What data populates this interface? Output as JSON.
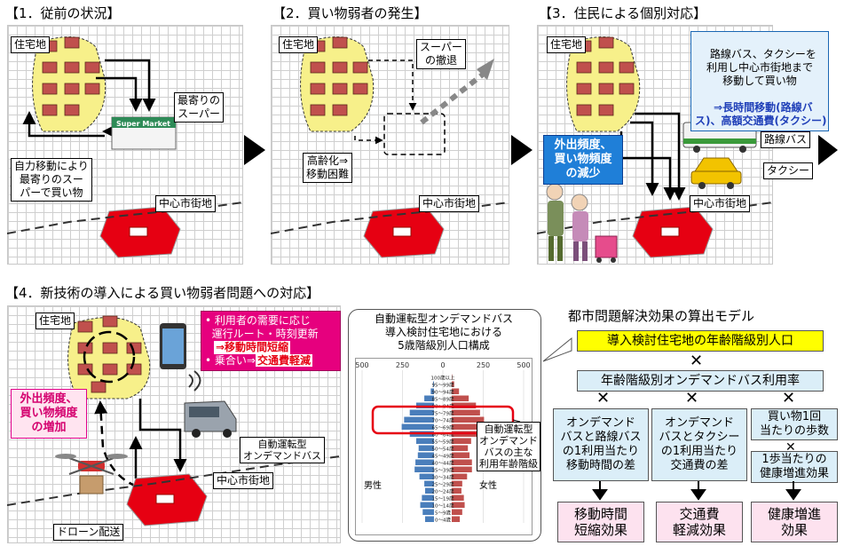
{
  "panels": {
    "p1": {
      "title": "【1．従前の状況】",
      "residential": "住宅地",
      "supermarket_sign": "Super Market",
      "nearest_super": "最寄りの\nスーパー",
      "self_move": "自力移動により\n最寄りのスー\nパーで買い物",
      "city_center": "中心市街地"
    },
    "p2": {
      "title": "【2．買い物弱者の発生】",
      "residential": "住宅地",
      "withdrawal": "スーパー\nの撤退",
      "aging": "高齢化⇒\n移動困難",
      "city_center": "中心市街地"
    },
    "p3": {
      "title": "【3．住民による個別対応】",
      "residential": "住宅地",
      "callout_text": "路線バス、タクシーを\n利用し中心市街地まで\n移動して買い物",
      "callout_result": "⇒長時間移動(路線バ\nス)、高額交通費(タクシー)",
      "decrease_note": "外出頻度、\n買い物頻度\nの減少",
      "bus_label": "路線バス",
      "taxi_label": "タクシー",
      "city_center": "中心市街地"
    },
    "p4": {
      "title": "【4．新技術の導入による買い物弱者問題への対応】",
      "residential": "住宅地",
      "bullet1_a": "• 利用者の需要に応じ\n  運行ルート・時刻更新",
      "bullet1_b": "⇒移動時間短縮",
      "bullet2_a": "• 乗合い⇒",
      "bullet2_b": "交通費軽減",
      "increase_note": "外出頻度、\n買い物頻度\nの増加",
      "bus_caption": "自動運転型\nオンデマンドバス",
      "drone_label": "ドローン配送",
      "city_center": "中心市街地"
    }
  },
  "pyramid": {
    "title": "自動運転型オンデマンドバス\n導入検討住宅地における\n5歳階級別人口構成",
    "axis_left": [
      "500",
      "250",
      "0"
    ],
    "axis_right": [
      "0",
      "250",
      "500"
    ],
    "male": "男性",
    "female": "女性",
    "callout": "自動運転型\nオンデマンド\nバスの主な\n利用年齢階級",
    "age_labels": [
      "100歳以上",
      "95～99歳",
      "90～94歳",
      "85～89歳",
      "80～84歳",
      "75～79歳",
      "70～74歳",
      "65～69歳",
      "60～64歳",
      "55～59歳",
      "50～54歳",
      "45～49歳",
      "40～44歳",
      "35～39歳",
      "30～34歳",
      "25～29歳",
      "20～24歳",
      "15～19歳",
      "10～14歳",
      "5～9歳",
      "0～4歳"
    ]
  },
  "chart_data": {
    "type": "bar",
    "title": "自動運転型オンデマンドバス 導入検討住宅地における 5歳階級別人口構成",
    "categories": [
      "100+",
      "95-99",
      "90-94",
      "85-89",
      "80-84",
      "75-79",
      "70-74",
      "65-69",
      "60-64",
      "55-59",
      "50-54",
      "45-49",
      "40-44",
      "35-39",
      "30-34",
      "25-29",
      "20-24",
      "15-19",
      "10-14",
      "5-9",
      "0-4"
    ],
    "series": [
      {
        "name": "男性",
        "values": [
          0,
          5,
          20,
          60,
          110,
          150,
          185,
          200,
          150,
          110,
          95,
          100,
          115,
          120,
          90,
          60,
          55,
          75,
          85,
          70,
          55
        ]
      },
      {
        "name": "女性",
        "values": [
          2,
          15,
          45,
          105,
          150,
          175,
          200,
          215,
          160,
          120,
          100,
          110,
          125,
          125,
          95,
          65,
          60,
          75,
          80,
          65,
          50
        ]
      }
    ],
    "xlim": [
      -500,
      500
    ],
    "xticks": [
      500,
      250,
      0,
      250,
      500
    ],
    "xlabel": "",
    "ylabel": ""
  },
  "model": {
    "title": "都市問題解決効果の算出モデル",
    "top": "導入検討住宅地の年齢階級別人口",
    "rate": "年齢階級別オンデマンドバス利用率",
    "col1": "オンデマンド\nバスと路線バス\nの1利用当たり\n移動時間の差",
    "col2": "オンデマンド\nバスとタクシー\nの1利用当たり\n交通費の差",
    "col3a": "買い物1回\n当たりの歩数",
    "col3b": "1歩当たりの\n健康増進効果",
    "out1": "移動時間\n短縮効果",
    "out2": "交通費\n軽減効果",
    "out3": "健康増進\n効果",
    "cross": "✕"
  },
  "colors": {
    "yellow": "#f7f08a",
    "red": "#e60012",
    "blue_bar": "#4a7ebb",
    "red_bar": "#c0504d",
    "model_blue": "#dbeef8",
    "model_pink": "#fde2ef",
    "model_yellow": "#ffff00"
  }
}
